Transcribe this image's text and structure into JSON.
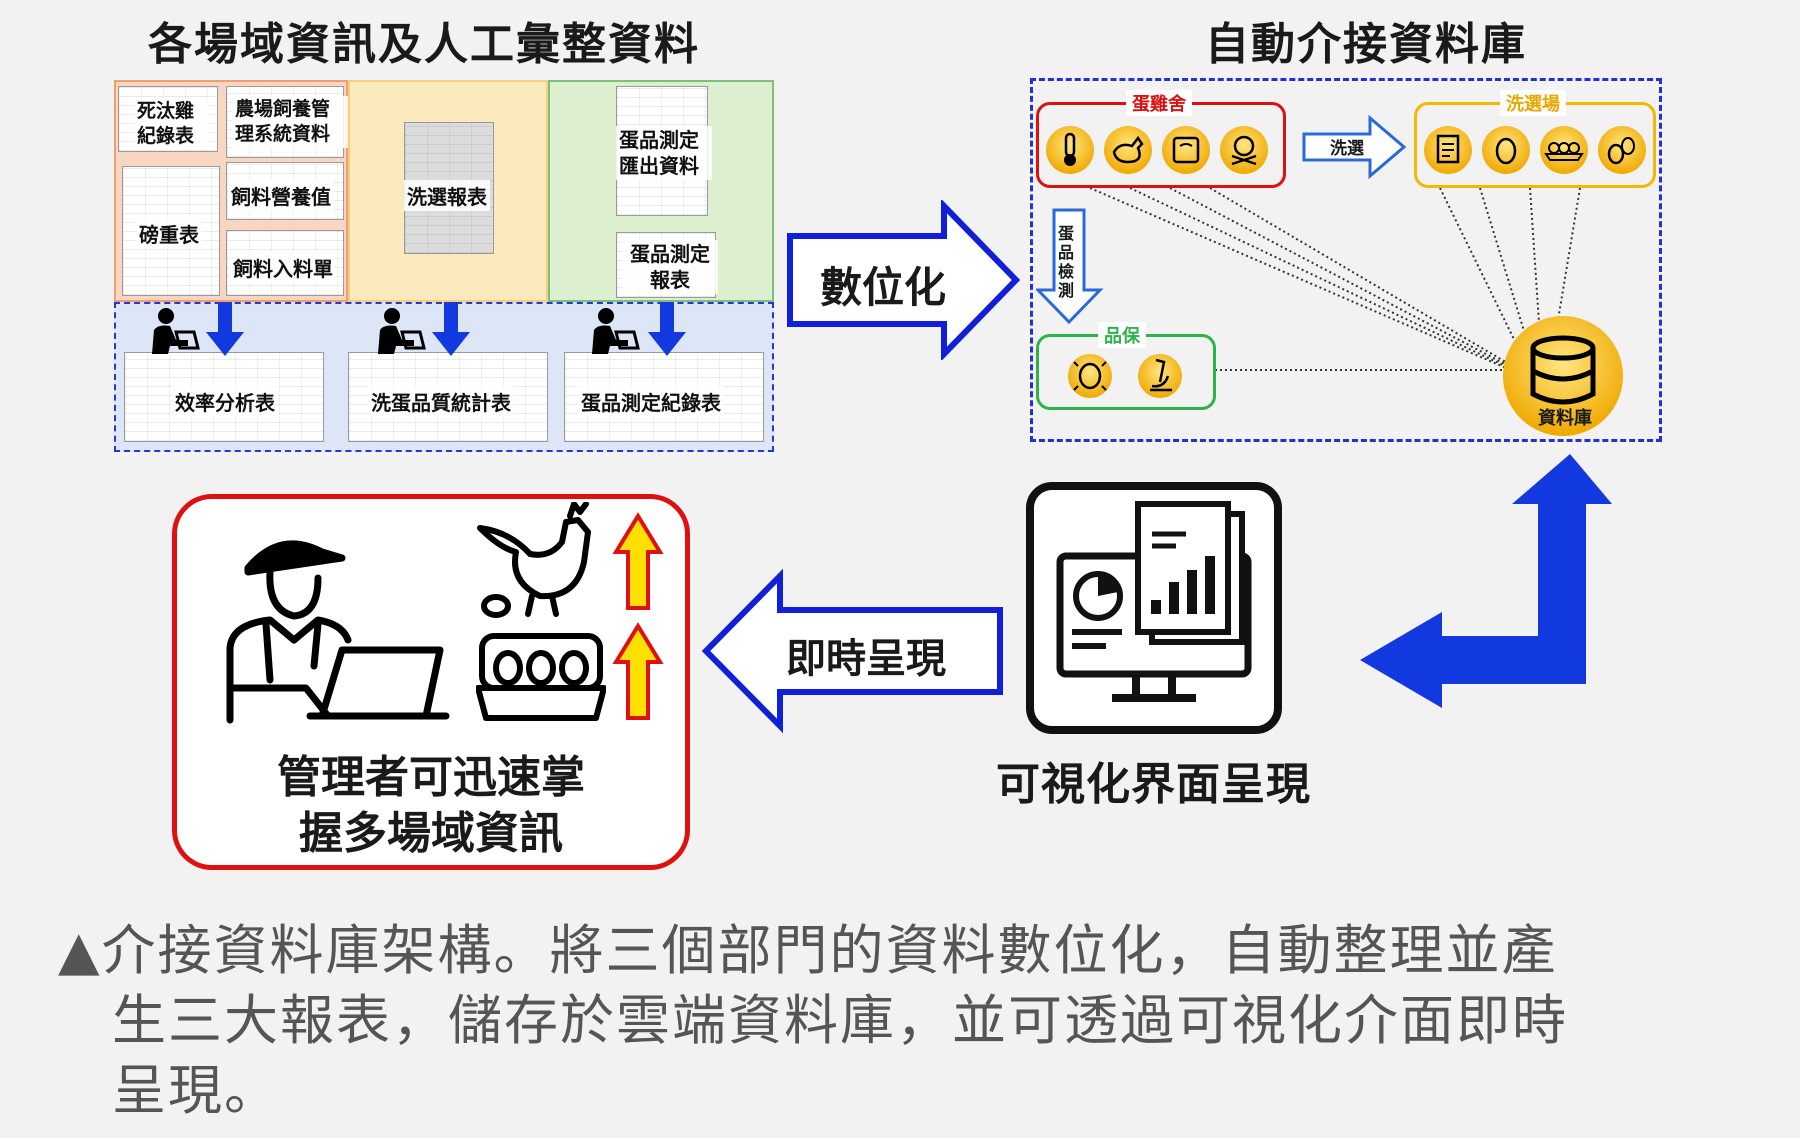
{
  "top_left_title": "各場域資訊及人工彙整資料",
  "top_right_title": "自動介接資料庫",
  "source_docs": {
    "death": "死汰雞紀錄表",
    "farm_mgmt": "農場飼養管理系統資料",
    "weight": "磅重表",
    "feed_nutrition": "飼料營養值",
    "feed_order": "飼料入料單",
    "wash_report": "洗選報表",
    "egg_export": "蛋品測定匯出資料",
    "egg_report": "蛋品測定報表"
  },
  "summary_reports": {
    "efficiency": "效率分析表",
    "wash_quality": "洗蛋品質統計表",
    "egg_record": "蛋品測定紀錄表"
  },
  "digitize_label": "數位化",
  "db_panel": {
    "henhouse": "蛋雞舍",
    "washing_house": "洗選場",
    "quality_control": "品保",
    "wash_arrow": "洗選",
    "egg_test_arrow": "蛋品檢測",
    "database": "資料庫"
  },
  "realtime_label": "即時呈現",
  "visual_label": "可視化界面呈現",
  "manager_text_line1": "管理者可迅速掌",
  "manager_text_line2": "握多場域資訊",
  "caption": {
    "line1": "▲介接資料庫架構。將三個部門的資料數位化，自動整理並產",
    "line2": "生三大報表，儲存於雲端資料庫，並可透過可視化介面即時",
    "line3": "呈現。"
  },
  "colors": {
    "red": "#e01010",
    "blue": "#0a2fe0",
    "yellow": "#f5b800",
    "green": "#2db34a"
  }
}
